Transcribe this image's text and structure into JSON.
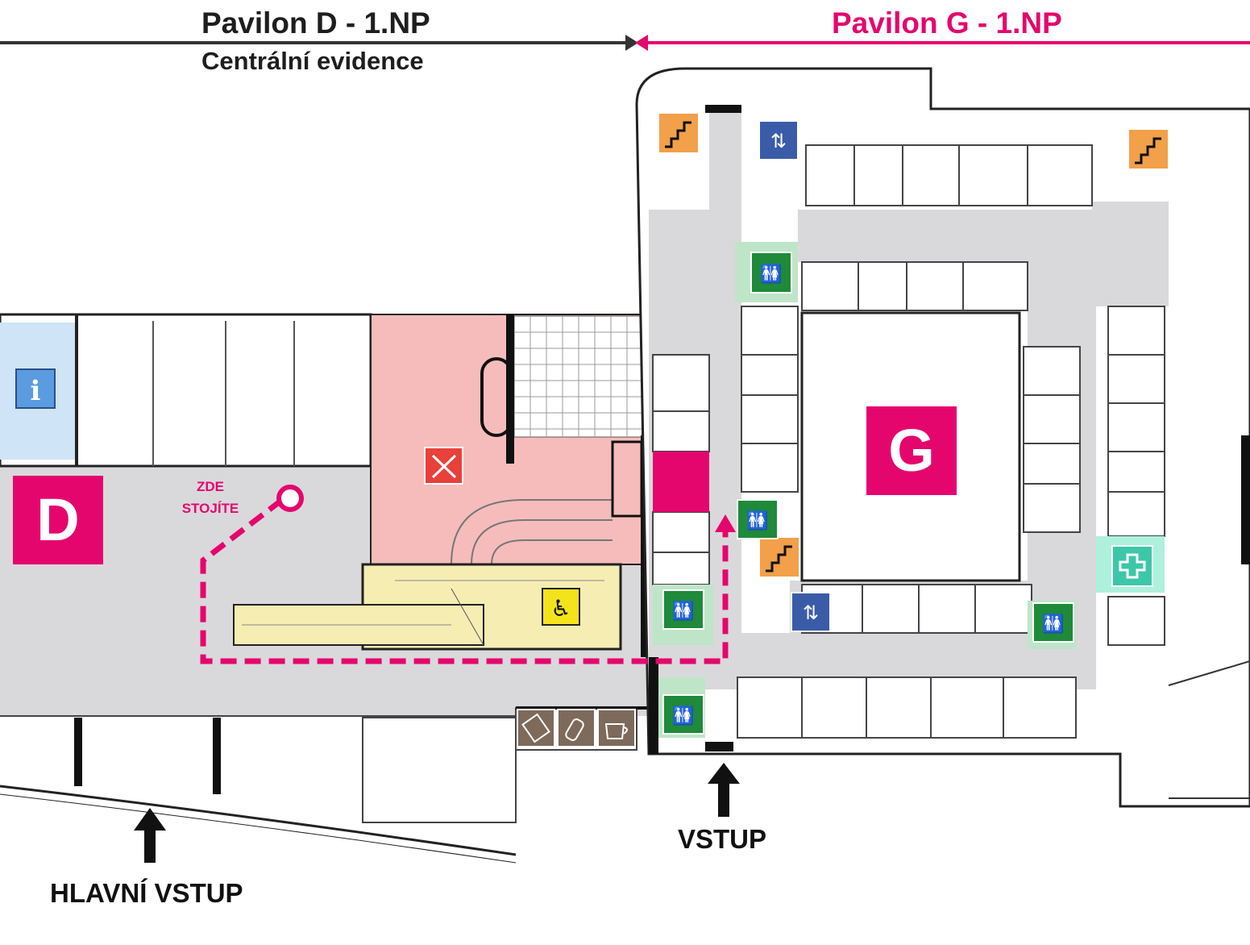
{
  "header": {
    "pavilon_d": "Pavilon D - 1.NP",
    "pavilon_d_sub": "Centrální evidence",
    "pavilon_g": "Pavilon G - 1.NP"
  },
  "pavilions": {
    "d_letter": "D",
    "g_letter": "G"
  },
  "you_are_here": {
    "line1": "ZDE",
    "line2": "STOJÍTE"
  },
  "entrances": {
    "side": "VSTUP",
    "main": "HLAVNÍ VSTUP"
  },
  "icons": {
    "stairs": "stairs-icon",
    "elevator": "elevator-icon",
    "toilets": "toilets-icon",
    "info": "info-icon",
    "restaurant": "restaurant-icon",
    "wheelchair": "wheelchair-ramp-icon",
    "first_aid": "first-aid-icon",
    "chocolate": "chocolate-icon",
    "bottle": "bottle-icon",
    "coffee": "coffee-icon"
  },
  "colors": {
    "accent": "#e5066d",
    "stairs": "#f2a04a",
    "elevator": "#3a5ba8",
    "toilets": "#1e8a3a",
    "info": "#5b9be0",
    "restaurant": "#e8403a",
    "wheelchair": "#f3e31a",
    "first_aid": "#3cc7a8",
    "vending": "#7d6a5a"
  }
}
